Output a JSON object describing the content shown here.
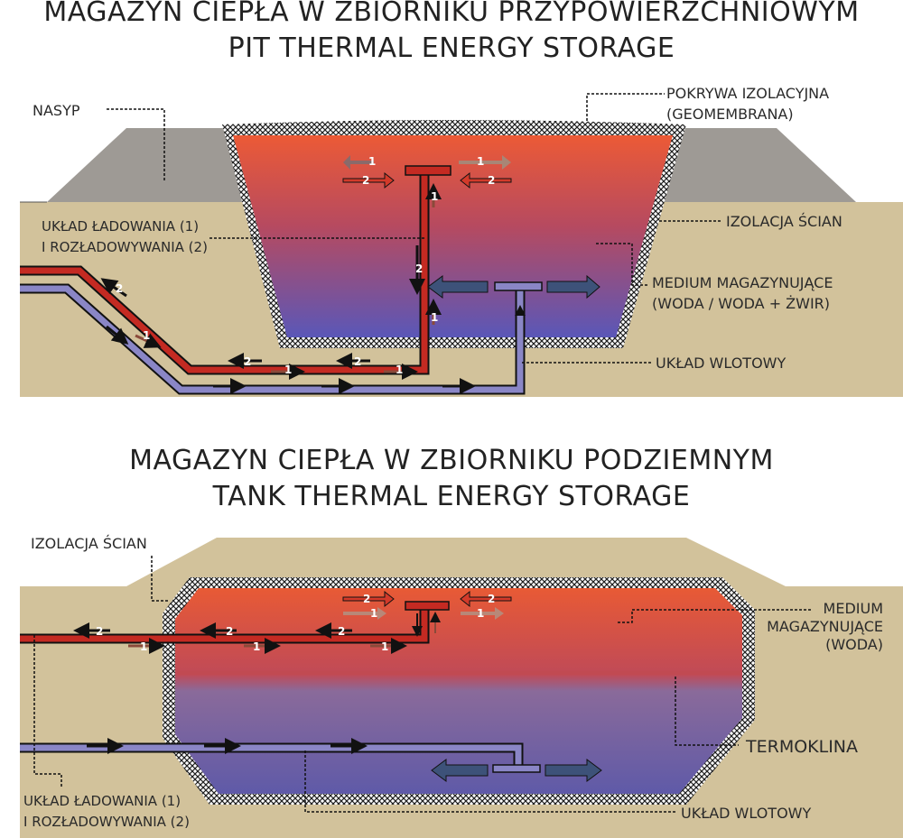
{
  "titles": {
    "pit_pl": "MAGAZYN CIEPŁA W ZBIORNIKU PRZYPOWIERZCHNIOWYM",
    "pit_en": "PIT THERMAL ENERGY STORAGE",
    "tank_pl": "MAGAZYN CIEPŁA W ZBIORNIKU PODZIEMNYM",
    "tank_en": "TANK THERMAL ENERGY STORAGE"
  },
  "pit": {
    "nasyp": "NASYP",
    "pokrywa_1": "POKRYWA IZOLACYJNA",
    "pokrywa_2": "(GEOMEMBRANA)",
    "izolacja": "IZOLACJA ŚCIAN",
    "medium_1": "MEDIUM MAGAZYNUJĄCE",
    "medium_2": "(WODA / WODA + ŻWIR)",
    "uklad_1": "UKŁAD ŁADOWANIA (1)",
    "uklad_2": "I ROZŁADOWYWANIA (2)",
    "wlotowy": "UKŁAD WLOTOWY"
  },
  "tank": {
    "izolacja": "IZOLACJA ŚCIAN",
    "medium_1": "MEDIUM",
    "medium_2": "MAGAZYNUJĄCE",
    "medium_3": "(WODA)",
    "termoklina": "TERMOKLINA",
    "uklad_1": "UKŁAD ŁADOWANIA (1)",
    "uklad_2": "I ROZŁADOWYWANIA (2)",
    "wlotowy": "UKŁAD WLOTOWY"
  },
  "flow_labels": {
    "charge": "1",
    "discharge": "2"
  },
  "colors": {
    "soil": "#d2c29b",
    "embankment": "#9e9a95",
    "hot": "#e8583a",
    "cold": "#5e5fb0",
    "hot_pipe": "#c42a22",
    "cold_pipe": "#8a86c6"
  }
}
